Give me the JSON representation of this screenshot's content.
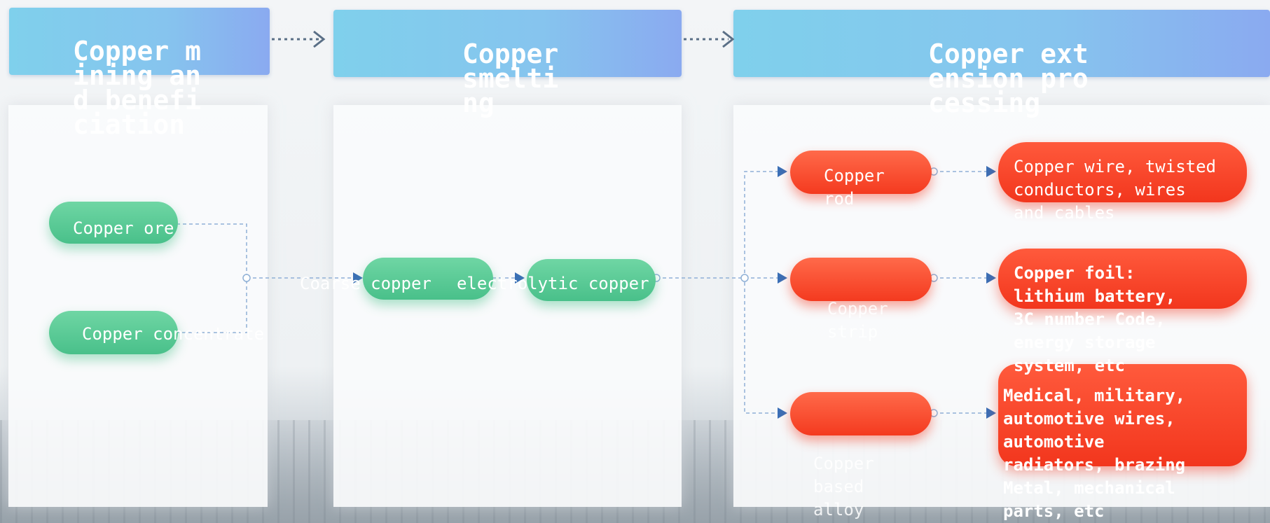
{
  "stages": [
    {
      "title": "Copper mining and beneficiation"
    },
    {
      "title": "Copper smelting"
    },
    {
      "title": "Copper extension processing"
    }
  ],
  "mining": {
    "items": [
      "Copper ore",
      "Copper concentrate"
    ]
  },
  "smelting": {
    "items": [
      "Coarse copper",
      "electrolytic copper"
    ]
  },
  "processing": {
    "products": [
      "Copper rod",
      "Copper strip",
      "Copper based alloy"
    ],
    "applications": [
      "Copper wire, twisted conductors, wires and cables",
      "Copper foil: lithium battery, 3C number Code, energy storage system, etc",
      "Medical, military, automotive wires, automotive radiators, brazing Metal, mechanical parts, etc"
    ]
  },
  "colors": {
    "header": "#86c4ee",
    "green": "#49c08a",
    "red": "#f43a1f",
    "connector": "#8fb0d6",
    "arrow": "#3b6fb6"
  }
}
